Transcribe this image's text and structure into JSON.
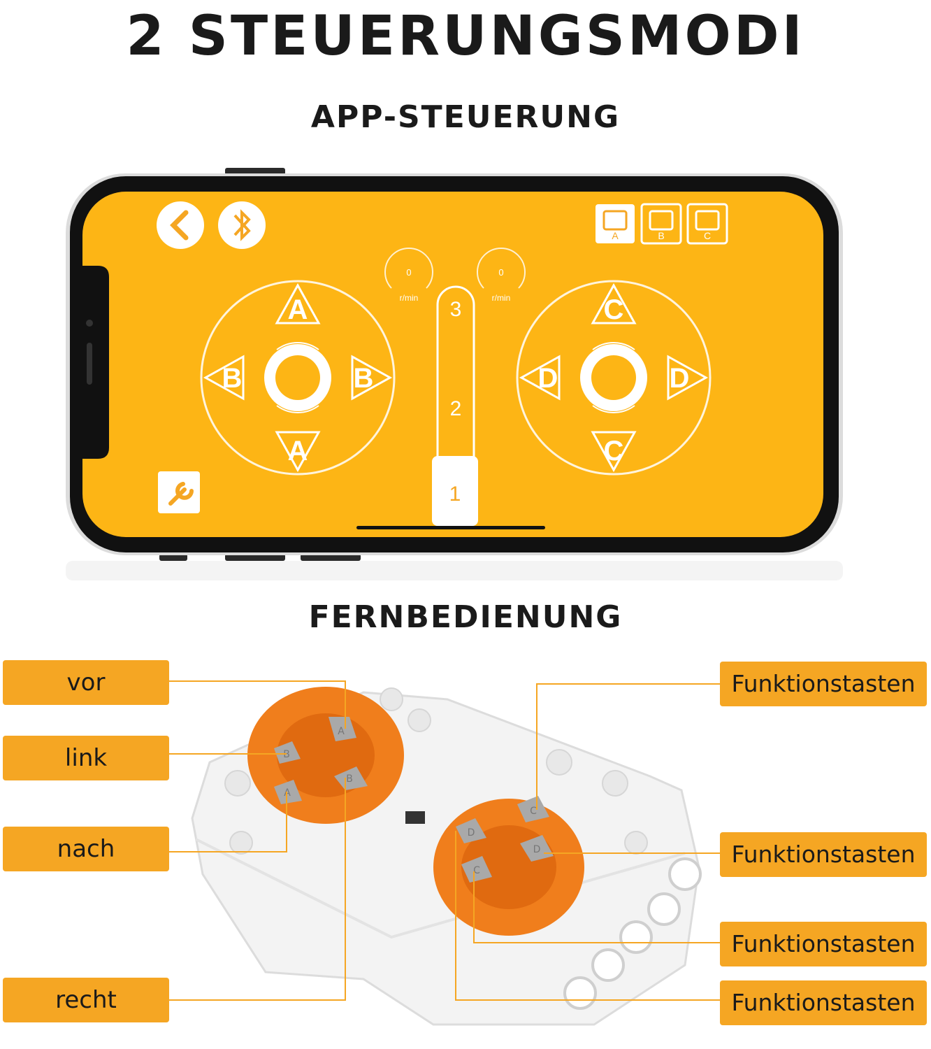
{
  "title": "2 STEUERUNGSMODI",
  "app_section": {
    "heading": "APP-STEUERUNG",
    "motor_tabs": [
      "A",
      "B",
      "C"
    ],
    "speed_left": {
      "value": "0",
      "unit": "r/min"
    },
    "speed_right": {
      "value": "0",
      "unit": "r/min"
    },
    "gears": [
      "3",
      "2",
      "1"
    ],
    "selected_gear": "1",
    "left_pad": {
      "up": "A",
      "down": "A",
      "left": "B",
      "right": "B"
    },
    "right_pad": {
      "up": "C",
      "down": "C",
      "left": "D",
      "right": "D"
    },
    "colors": {
      "screen": "#fdb515",
      "accent": "#f5a623"
    }
  },
  "remote_section": {
    "heading": "FERNBEDIENUNG",
    "left_labels": [
      "vor",
      "link",
      "nach",
      "recht"
    ],
    "right_labels": [
      "Funktionstasten",
      "Funktionstasten",
      "Funktionstasten",
      "Funktionstasten"
    ],
    "left_pad_buttons": [
      "A",
      "B",
      "A",
      "B"
    ],
    "right_pad_buttons": [
      "C",
      "D",
      "D",
      "C"
    ],
    "colors": {
      "label_bg": "#f5a623",
      "pad": "#f07e1c",
      "button": "#a9a9a9"
    }
  }
}
